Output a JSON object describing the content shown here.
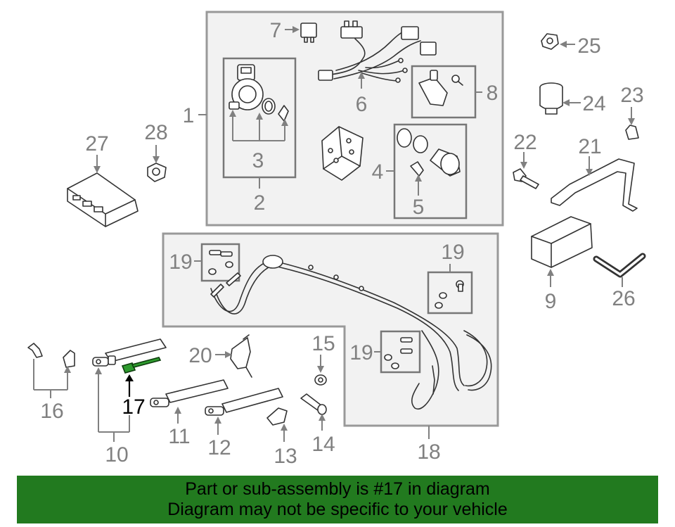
{
  "callouts": {
    "p1": "1",
    "p2": "2",
    "p3": "3",
    "p4": "4",
    "p5": "5",
    "p6": "6",
    "p7": "7",
    "p8": "8",
    "p9": "9",
    "p10": "10",
    "p11": "11",
    "p12": "12",
    "p13": "13",
    "p14": "14",
    "p15": "15",
    "p16": "16",
    "p17": "17",
    "p18": "18",
    "p19a": "19",
    "p19b": "19",
    "p19c": "19",
    "p20": "20",
    "p21": "21",
    "p22": "22",
    "p23": "23",
    "p24": "24",
    "p25": "25",
    "p26": "26",
    "p27": "27",
    "p28": "28"
  },
  "highlighted_part": "17",
  "banner": {
    "line1": "Part or sub-assembly is #17 in diagram",
    "line2": "Diagram may not be specific to your vehicle"
  },
  "colors": {
    "banner_background": "#227a1f",
    "highlight_part": "#2e9b2e",
    "callout_gray": "#808080"
  }
}
